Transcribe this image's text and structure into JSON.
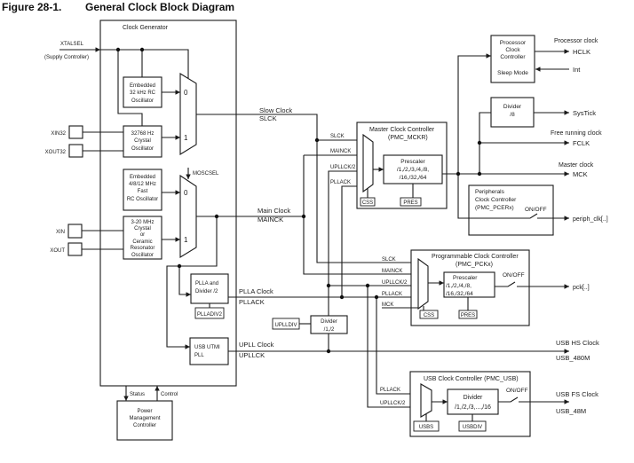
{
  "figure": {
    "number": "Figure 28-1.",
    "title": "General Clock Block Diagram"
  },
  "clock_generator": {
    "title": "Clock Generator",
    "xtalsel": "XTALSEL",
    "supply_controller": "(Supply Controller)",
    "rc32k_osc": {
      "lines": [
        "Embedded",
        "32 kHz RC",
        "Oscillator"
      ]
    },
    "xtal32k_osc": {
      "lines": [
        "32768 Hz",
        "Crystal",
        "Oscillator"
      ]
    },
    "pins_32k": [
      "XIN32",
      "XOUT32"
    ],
    "slow_mux": {
      "inputs": [
        "0",
        "1"
      ]
    },
    "moscsel": "MOSCSEL",
    "rc_fast_osc": {
      "lines": [
        "Embedded",
        "4/8/12 MHz",
        "Fast",
        "RC Oscillator"
      ]
    },
    "main_xtal_osc": {
      "lines": [
        "3-20 MHz",
        "Crystal",
        "or",
        "Ceramic",
        "Resonator",
        "Oscillator"
      ]
    },
    "pins_main": [
      "XIN",
      "XOUT"
    ],
    "main_mux": {
      "inputs": [
        "0",
        "1"
      ]
    },
    "plla": {
      "lines": [
        "PLLA and",
        "Divider /2"
      ],
      "register": "PLLADIV2"
    },
    "upll": {
      "lines": [
        "USB UTMI",
        "PLL"
      ]
    }
  },
  "signals": {
    "slow_clock": {
      "name": "Slow Clock",
      "id": "SLCK"
    },
    "main_clock": {
      "name": "Main Clock",
      "id": "MAINCK"
    },
    "plla_clock": {
      "name": "PLLA Clock",
      "id": "PLLACK"
    },
    "upll_clock": {
      "name": "UPLL Clock",
      "id": "UPLLCK"
    }
  },
  "power_management_controller": {
    "lines": [
      "Power",
      "Management",
      "Controller"
    ],
    "status": "Status",
    "control": "Control"
  },
  "upll_divider": {
    "lines": [
      "Divider",
      "/1,/2"
    ],
    "register": "UPLLDIV"
  },
  "master_clock_controller": {
    "title": "Master Clock Controller",
    "register": "(PMC_MCKR)",
    "inputs": [
      "SLCK",
      "MAINCK",
      "UPLLCK/2",
      "PLLACK"
    ],
    "prescaler": [
      "Prescaler",
      "/1,/2,/3,/4,/8,",
      "/16,/32,/64"
    ],
    "css": "CSS",
    "pres": "PRES"
  },
  "processor_clock_controller": {
    "lines": [
      "Processor",
      "Clock",
      "Controller"
    ],
    "sleep_mode": "Sleep Mode"
  },
  "systick_divider": {
    "lines": [
      "Divider",
      "/8"
    ]
  },
  "peripherals_clock_controller": {
    "lines": [
      "Peripherals",
      "Clock Controller",
      "(PMC_PCERx)"
    ],
    "switch": "ON/OFF"
  },
  "programmable_clock_controller": {
    "title": "Programmable Clock Controller",
    "register": "(PMC_PCKx)",
    "inputs": [
      "SLCK",
      "MAINCK",
      "UPLLCK/2",
      "PLLACK",
      "MCK"
    ],
    "prescaler": [
      "Prescaler",
      "/1,/2,/4,/8,",
      "/16,/32,/64"
    ],
    "css": "CSS",
    "pres": "PRES",
    "switch": "ON/OFF"
  },
  "usb_clock_controller": {
    "title": "USB Clock Controller (PMC_USB)",
    "inputs": [
      "PLLACK",
      "UPLLCK/2"
    ],
    "divider": [
      "Divider",
      "/1,/2,/3,...,/16"
    ],
    "usbs": "USBS",
    "usbdiv": "USBDIV",
    "switch": "ON/OFF"
  },
  "outputs": {
    "hclk": {
      "name": "Processor clock",
      "id": "HCLK"
    },
    "int": {
      "id": "Int"
    },
    "systick": {
      "id": "SysTick"
    },
    "fclk": {
      "name": "Free running clock",
      "id": "FCLK"
    },
    "mck": {
      "name": "Master clock",
      "id": "MCK"
    },
    "periph_clk": {
      "id": "periph_clk[..]"
    },
    "pck": {
      "id": "pck[..]"
    },
    "usb_hs": {
      "name": "USB HS Clock",
      "id": "USB_480M"
    },
    "usb_fs": {
      "name": "USB FS Clock",
      "id": "USB_48M"
    }
  }
}
